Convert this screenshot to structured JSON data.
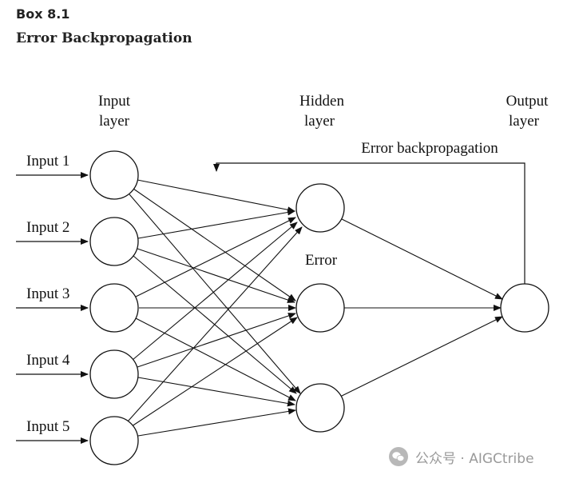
{
  "header": {
    "box_label": "Box 8.1",
    "title": "Error Backpropagation"
  },
  "diagram": {
    "layers": {
      "input": [
        "Input",
        "layer"
      ],
      "hidden": [
        "Hidden",
        "layer"
      ],
      "output": [
        "Output",
        "layer"
      ]
    },
    "inputs": [
      "Input 1",
      "Input 2",
      "Input 3",
      "Input 4",
      "Input 5"
    ],
    "error_label": "Error",
    "backprop_label": "Error backpropagation"
  },
  "watermark": {
    "text": "公众号 · AIGCtribe",
    "icon": "wechat-icon"
  },
  "colors": {
    "ink": "#111111",
    "watermark": "#9a9a9a"
  }
}
